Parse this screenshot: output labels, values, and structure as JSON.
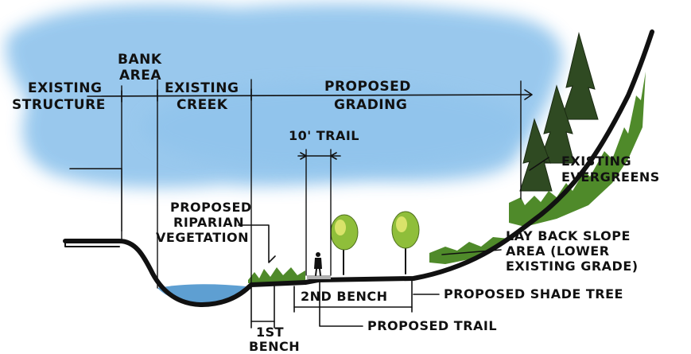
{
  "colors": {
    "sky": "#8ec3ec",
    "ground": "#111111",
    "water": "#5e9fd2",
    "tree_foliage": "#8fbe3a",
    "tree_highlight": "#d9e36a",
    "evergreen": "#2f4a22",
    "grass": "#4f8a2a",
    "trail": "#b0b0b0"
  },
  "labels": {
    "existing_structure": [
      "EXISTING",
      "STRUCTURE"
    ],
    "bank_area": [
      "BANK",
      "AREA"
    ],
    "existing_creek": [
      "EXISTING",
      "CREEK"
    ],
    "proposed_grading": [
      "PROPOSED",
      "GRADING"
    ],
    "ten_ft_trail": "10' TRAIL",
    "existing_evergreens": [
      "EXISTING",
      "EVERGREENS"
    ],
    "proposed_riparian_vegetation": [
      "PROPOSED",
      "RIPARIAN",
      "VEGETATION"
    ],
    "lay_back_slope_area": [
      "LAY BACK SLOPE",
      "AREA (LOWER",
      "EXISTING GRADE)"
    ],
    "proposed_shade_tree": "PROPOSED SHADE TREE",
    "second_bench": "2ND BENCH",
    "first_bench": [
      "1ST",
      "BENCH"
    ],
    "proposed_trail": "PROPOSED TRAIL"
  }
}
